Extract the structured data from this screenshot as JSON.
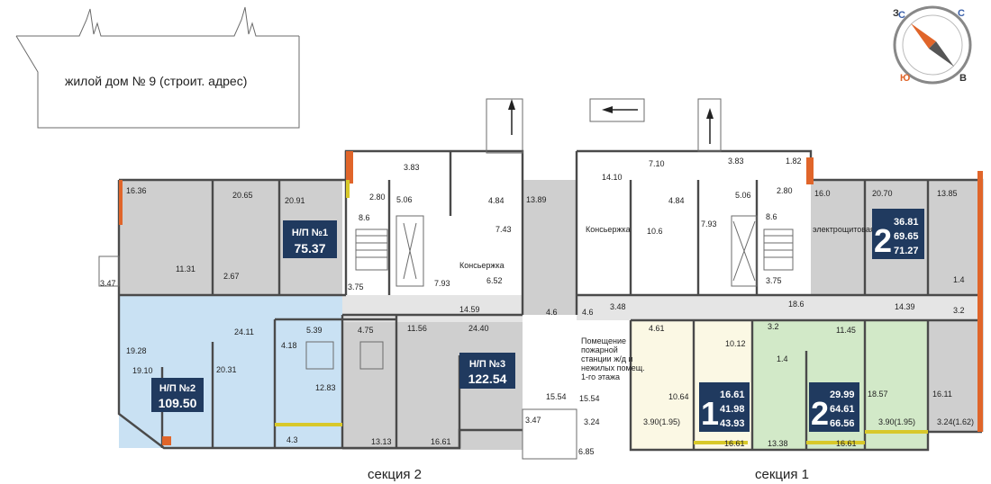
{
  "building_label": "жилой дом № 9 (строит. адрес)",
  "sections": {
    "left": "секция 2",
    "right": "секция 1"
  },
  "compass": {
    "north": "С",
    "east": "В",
    "south": "Ю",
    "west": "З"
  },
  "commercial_units": [
    {
      "title": "Н/П №1",
      "area": "75.37"
    },
    {
      "title": "Н/П №2",
      "area": "109.50"
    },
    {
      "title": "Н/П №3",
      "area": "122.54"
    }
  ],
  "apartments": [
    {
      "rooms": "2",
      "living": "36.81",
      "total": "69.65",
      "total_with_balcony": "71.27"
    },
    {
      "rooms": "1",
      "living": "16.61",
      "total": "41.98",
      "total_with_balcony": "43.93"
    },
    {
      "rooms": "2",
      "living": "29.99",
      "total": "64.61",
      "total_with_balcony": "66.56"
    }
  ],
  "room_labels": {
    "r16_36": "16.36",
    "r20_65": "20.65",
    "r20_91": "20.91",
    "r11_31": "11.31",
    "r2_67": "2.67",
    "r3_47a": "3.47",
    "r3_75a": "3.75",
    "r3_83a": "3.83",
    "r5_06a": "5.06",
    "r2_80a": "2.80",
    "r4_84a": "4.84",
    "r8_6a": "8.6",
    "r7_43": "7.43",
    "r7_93a": "7.93",
    "r6_52": "6.52",
    "r13_89": "13.89",
    "r14_59": "14.59",
    "r4_6a": "4.6",
    "r4_6b": "4.6",
    "r3_48": "3.48",
    "r19_28": "19.28",
    "r19_10": "19.10",
    "r24_11": "24.11",
    "r5_39": "5.39",
    "r4_75": "4.75",
    "r4_18": "4.18",
    "r20_31": "20.31",
    "r12_83": "12.83",
    "r4_3": "4.3",
    "r13_13": "13.13",
    "r16_61a": "16.61",
    "r11_56": "11.56",
    "r24_40": "24.40",
    "r15_54a": "15.54",
    "r15_54b": "15.54",
    "r3_47b": "3.47",
    "r3_24a": "3.24",
    "r6_85": "6.85",
    "r14_10": "14.10",
    "r7_10": "7.10",
    "r4_84b": "4.84",
    "r10_6": "10.6",
    "r7_93b": "7.93",
    "r3_83b": "3.83",
    "r1_82": "1.82",
    "r5_06b": "5.06",
    "r2_80b": "2.80",
    "r16_0": "16.0",
    "r20_70": "20.70",
    "r13_85": "13.85",
    "r8_6b": "8.6",
    "r3_75b": "3.75",
    "r18_6": "18.6",
    "r1_4a": "1.4",
    "r14_39": "14.39",
    "r3_2a": "3.2",
    "r4_61": "4.61",
    "r10_12": "10.12",
    "r3_2b": "3.2",
    "r11_45": "11.45",
    "r1_4b": "1.4",
    "r10_64": "10.64",
    "r3_90a": "3.90(1.95)",
    "r16_61b": "16.61",
    "r13_38": "13.38",
    "r16_61c": "16.61",
    "r18_57": "18.57",
    "r16_11": "16.11",
    "r3_90b": "3.90(1.95)",
    "r3_24b": "3.24(1.62)"
  },
  "service_labels": {
    "concierge_left": "Консьержка",
    "concierge_right": "Консьержка",
    "electrical_room": "электрощитовая",
    "fire_station": [
      "Помещение",
      "пожарной",
      "станции ж/д и",
      "нежилых помещ.",
      "1-го этажа"
    ]
  },
  "colors": {
    "walls": "#4a4a4a",
    "commercial_fill": "#cfcfcf",
    "np2_fill": "#c9e1f3",
    "apt_one_room_fill": "#fbf8e4",
    "apt_two_room_fill": "#d2e9c8",
    "label_box": "#203a5f",
    "accent_orange": "#e0652a",
    "accent_yellow": "#d8c82a"
  }
}
